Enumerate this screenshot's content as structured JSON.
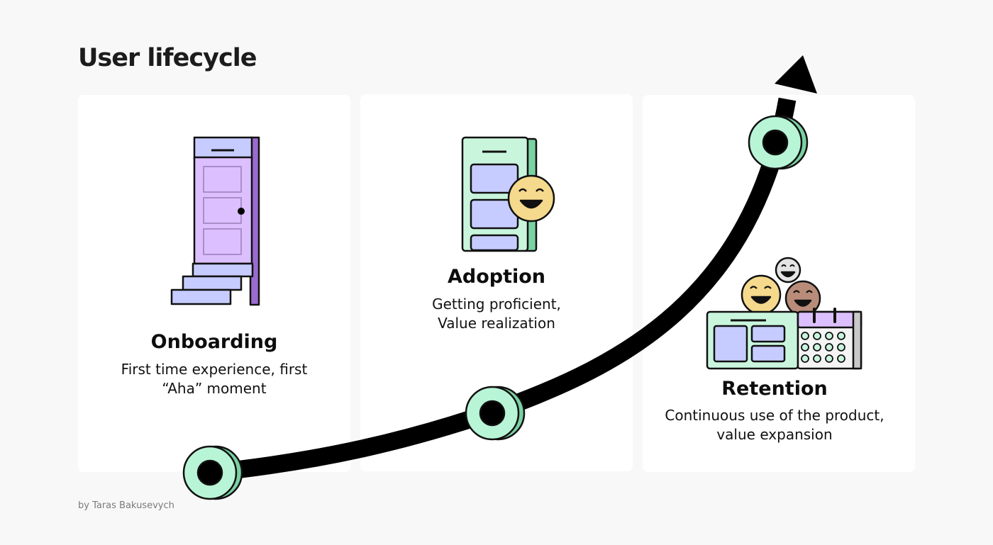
{
  "title": "User lifecycle",
  "stages": [
    {
      "title": "Onboarding",
      "desc": [
        "First time experience, first",
        "“Aha” moment"
      ],
      "illustration": "door-icon"
    },
    {
      "title": "Adoption",
      "desc": [
        "Getting proficient,",
        "Value realization"
      ],
      "illustration": "phone-smiley-icon"
    },
    {
      "title": "Retention",
      "desc": [
        "Continuous use of the product,",
        "value expansion"
      ],
      "illustration": "dashboard-calendar-icon"
    }
  ],
  "credit": "by Taras Bakusevych",
  "colors": {
    "background": "#f8f8f8",
    "card": "#ffffff",
    "curve": "#000000",
    "node": "#b8f5d6",
    "node_shadow": "#7ad1a2",
    "door": "#dcbfff",
    "door_side": "#9b6bd0",
    "stairs": "#c6ccff",
    "phone": "#c9f5dd",
    "block": "#c6ccff",
    "smiley_yellow": "#f5d98c",
    "smiley_brown": "#b98c7a",
    "smiley_gray": "#e4e4e4"
  }
}
